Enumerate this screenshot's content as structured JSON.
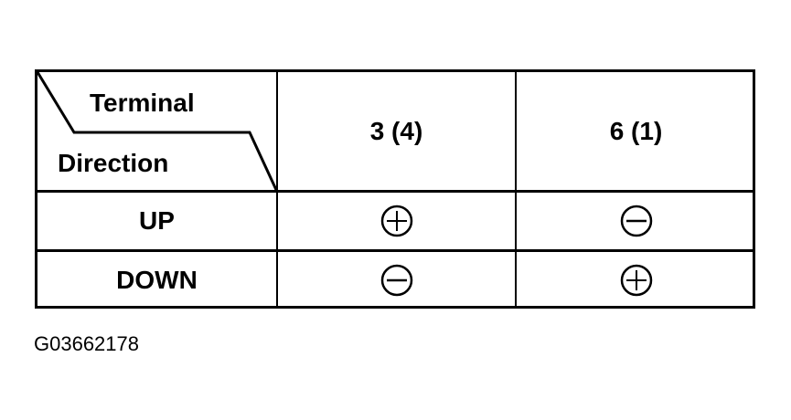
{
  "table": {
    "corner": {
      "top_label": "Terminal",
      "bottom_label": "Direction"
    },
    "columns": [
      "3 (4)",
      "6 (1)"
    ],
    "rows": [
      {
        "label": "UP",
        "values": [
          "plus",
          "minus"
        ]
      },
      {
        "label": "DOWN",
        "values": [
          "minus",
          "plus"
        ]
      }
    ]
  },
  "caption": "G03662178"
}
